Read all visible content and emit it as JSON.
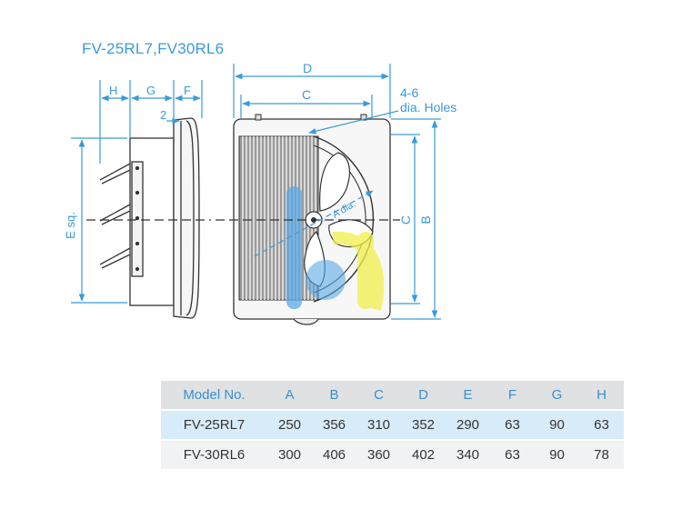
{
  "title": "FV-25RL7,FV30RL6",
  "dimensions": {
    "H": "H",
    "G": "G",
    "F": "F",
    "two": "2",
    "D": "D",
    "C": "C",
    "holes_line1": "4-6",
    "holes_line2": "dia. Holes",
    "E_sq": "E  sq.",
    "C_vert": "C",
    "B_vert": "B",
    "A_dia": "A dia."
  },
  "table": {
    "headers": [
      "Model No.",
      "A",
      "B",
      "C",
      "D",
      "E",
      "F",
      "G",
      "H"
    ],
    "rows": [
      [
        "FV-25RL7",
        "250",
        "356",
        "310",
        "352",
        "290",
        "63",
        "90",
        "63"
      ],
      [
        "FV-30RL6",
        "300",
        "406",
        "360",
        "402",
        "340",
        "63",
        "90",
        "78"
      ]
    ]
  },
  "colors": {
    "accent": "#3a9ad9",
    "line": "#333333"
  }
}
